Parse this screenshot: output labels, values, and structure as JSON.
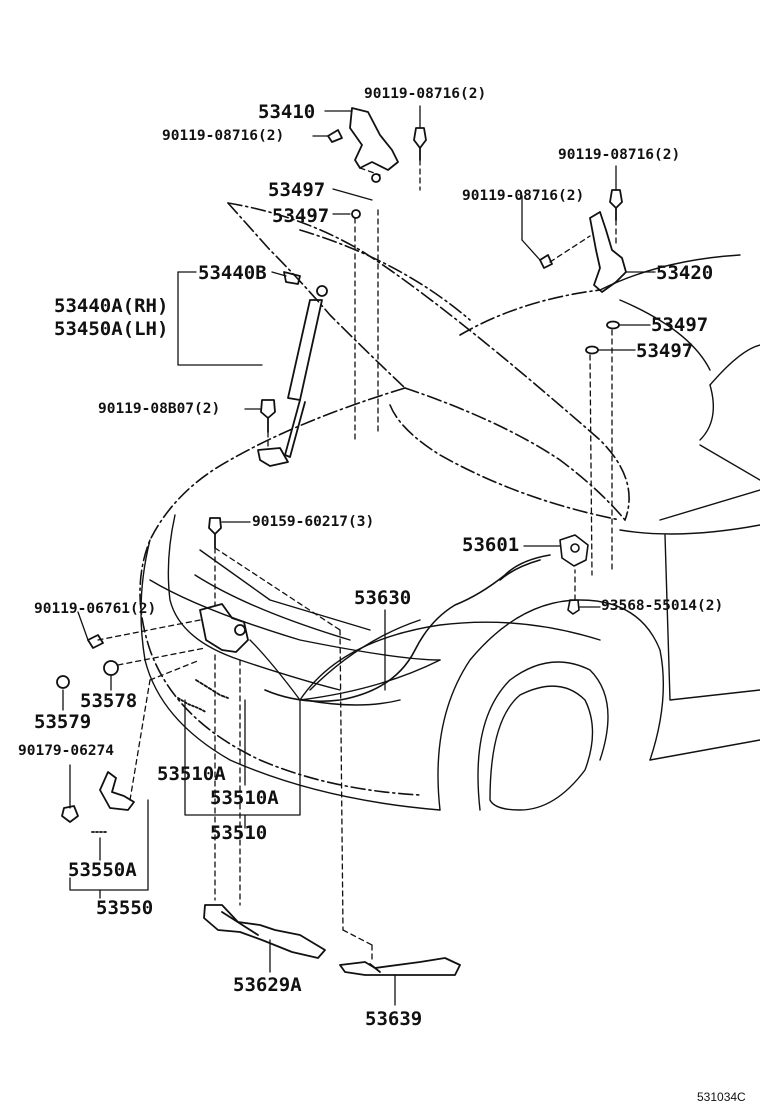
{
  "figure_code": "531034C",
  "callouts": {
    "c53410": "53410",
    "c90119_08716_top": "90119-08716(2)",
    "c90119_08716_left": "90119-08716(2)",
    "c53497_a": "53497",
    "c53497_b": "53497",
    "c90119_08716_right1": "90119-08716(2)",
    "c90119_08716_right2": "90119-08716(2)",
    "c53420": "53420",
    "c53497_c": "53497",
    "c53497_d": "53497",
    "c53440B": "53440B",
    "c53440A": "53440A(RH)",
    "c53450A": "53450A(LH)",
    "c90119_08B07": "90119-08B07(2)",
    "c90159_60217": "90159-60217(3)",
    "c53601": "53601",
    "c53630": "53630",
    "c93568_55014": "93568-55014(2)",
    "c90119_06761": "90119-06761(2)",
    "c53578": "53578",
    "c53579": "53579",
    "c90179_06274": "90179-06274",
    "c53510A_1": "53510A",
    "c53510A_2": "53510A",
    "c53510": "53510",
    "c53550A": "53550A",
    "c53550": "53550",
    "c53629A": "53629A",
    "c53639": "53639"
  }
}
